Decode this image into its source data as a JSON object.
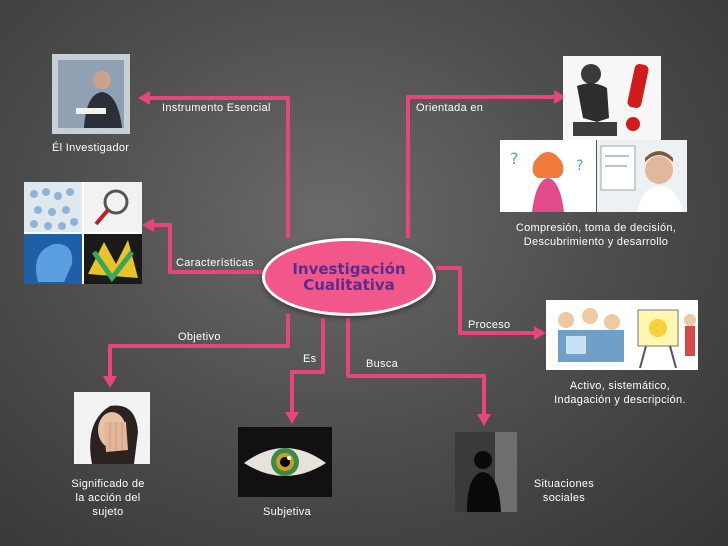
{
  "hub": {
    "line1": "Investigación",
    "line2": "Cualitativa"
  },
  "links": {
    "instrumento": "Instrumento Esencial",
    "orientada": "Orientada en",
    "caracteristicas": "Características",
    "objetivo": "Objetivo",
    "es": "Es",
    "busca": "Busca",
    "proceso": "Proceso"
  },
  "nodes": {
    "investigador": "Él Investigador",
    "compresion": [
      "Compresión, toma de decisión,",
      "Descubrimiento y desarrollo"
    ],
    "activo": [
      "Activo, sistemático,",
      "Indagación y descripción."
    ],
    "significado": [
      "Significado de",
      "la acción del",
      "sujeto"
    ],
    "subjetiva": "Subjetiva",
    "situaciones": [
      "Situaciones",
      "sociales"
    ]
  },
  "colors": {
    "connector": "#e8457a",
    "hub_fill": "#f2578a",
    "hub_text": "#5a2c8c"
  }
}
